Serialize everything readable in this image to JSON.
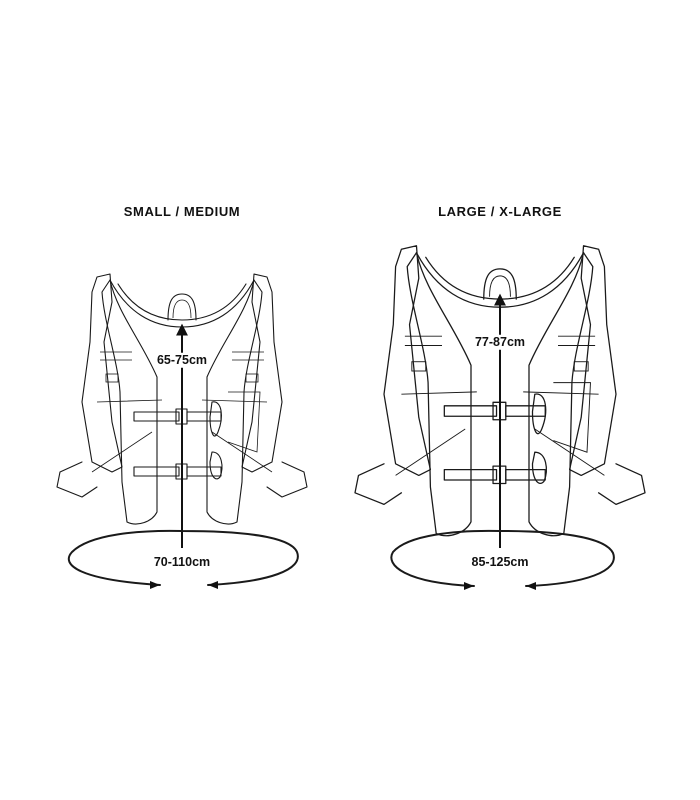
{
  "vests": [
    {
      "size_title": "SMALL / MEDIUM",
      "height_measure": "65-75cm",
      "chest_measure": "70-110cm"
    },
    {
      "size_title": "LARGE / X-LARGE",
      "height_measure": "77-87cm",
      "chest_measure": "85-125cm"
    }
  ],
  "colors": {
    "line": "#1a1a1a",
    "text": "#111111",
    "background": "#ffffff"
  }
}
